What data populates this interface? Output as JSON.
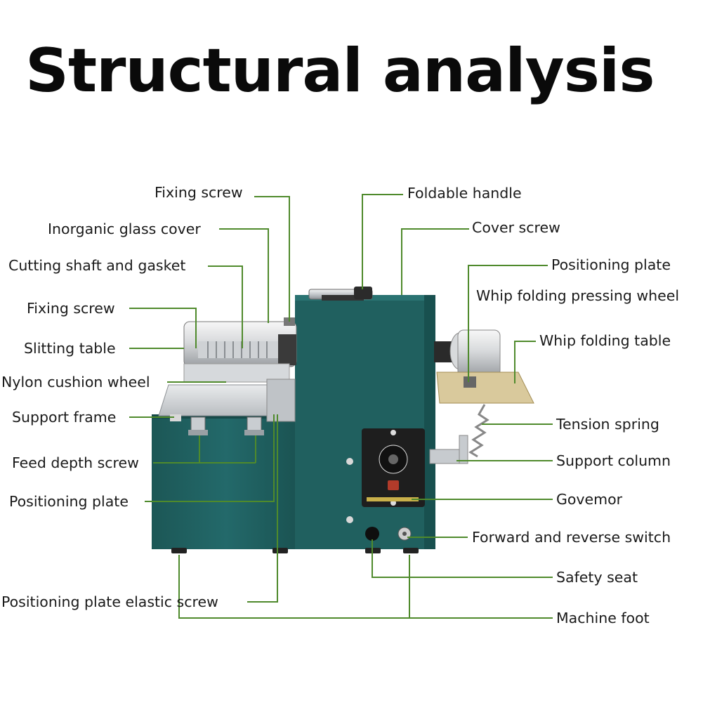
{
  "title": "Structural analysis",
  "labels": {
    "fixing_screw_top": "Fixing screw",
    "inorganic_glass_cover": "Inorganic glass cover",
    "cutting_shaft_gasket": "Cutting shaft and gasket",
    "fixing_screw": "Fixing screw",
    "slitting_table": "Slitting table",
    "nylon_cushion_wheel": "Nylon cushion wheel",
    "support_frame": "Support frame",
    "feed_depth_screw": "Feed depth screw",
    "positioning_plate_left": "Positioning plate",
    "positioning_plate_elastic_screw": "Positioning plate elastic screw",
    "foldable_handle": "Foldable handle",
    "cover_screw": "Cover screw",
    "positioning_plate_right": "Positioning plate",
    "whip_folding_pressing_wheel": "Whip folding pressing wheel",
    "whip_folding_table": "Whip folding table",
    "tension_spring": "Tension spring",
    "support_column": "Support column",
    "govemor": "Govemor",
    "forward_reverse_switch": "Forward and reverse switch",
    "safety_seat": "Safety seat",
    "machine_foot": "Machine foot"
  },
  "colors": {
    "leader_line": "#4f8a2c",
    "machine_body": "#1f5f5e",
    "machine_body_dark": "#174a49",
    "metal": "#c9cdd1",
    "title_text": "#0a0a0a"
  }
}
